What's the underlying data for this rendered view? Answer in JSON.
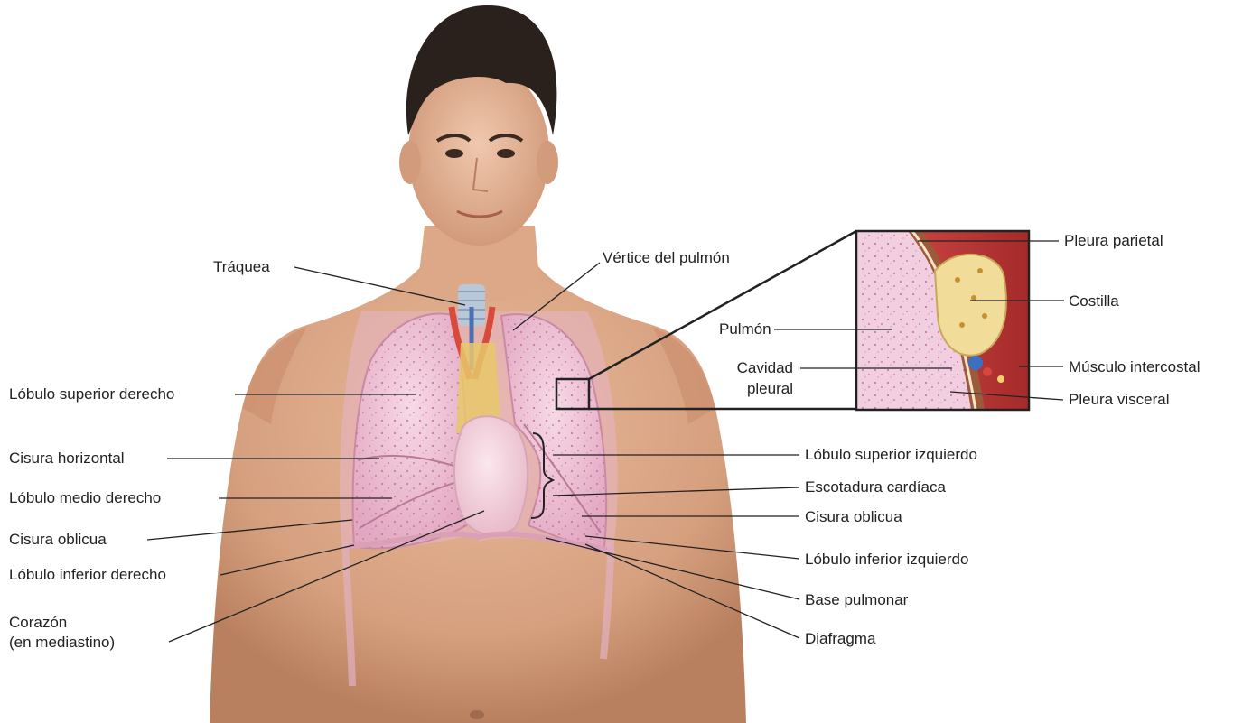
{
  "figure": {
    "labels": {
      "traquea": "Tráquea",
      "vertice": "Vértice del pulmón",
      "lobulo_sup_der": "Lóbulo superior derecho",
      "cisura_horizontal": "Cisura horizontal",
      "lobulo_medio_der": "Lóbulo medio derecho",
      "cisura_oblicua_der": "Cisura oblicua",
      "lobulo_inf_der": "Lóbulo inferior derecho",
      "corazon_1": "Corazón",
      "corazon_2": "(en mediastino)",
      "lobulo_sup_izq": "Lóbulo superior izquierdo",
      "escotadura": "Escotadura cardíaca",
      "cisura_oblicua_izq": "Cisura oblicua",
      "lobulo_inf_izq": "Lóbulo inferior izquierdo",
      "base": "Base pulmonar",
      "diafragma": "Diafragma",
      "pulmon": "Pulmón",
      "cavidad_1": "Cavidad",
      "cavidad_2": "pleural",
      "pleura_parietal": "Pleura parietal",
      "costilla": "Costilla",
      "musculo": "Músculo intercostal",
      "pleura_visceral": "Pleura visceral"
    }
  }
}
